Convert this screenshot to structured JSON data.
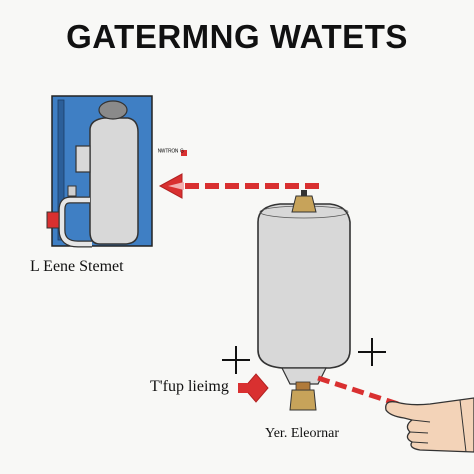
{
  "title": "GATERMNG WATETS",
  "labels": {
    "left_unit": "L Eene Stemet",
    "tank_tag": "ᴺᵂᵀᴿᴼᴺ ᴳ",
    "outlet": "T'fup lieimg",
    "valve": "Yer. Eleornar"
  },
  "colors": {
    "panel_blue": "#3f7fc4",
    "tank_gray": "#d8d8d8",
    "flow_red": "#d93030"
  }
}
